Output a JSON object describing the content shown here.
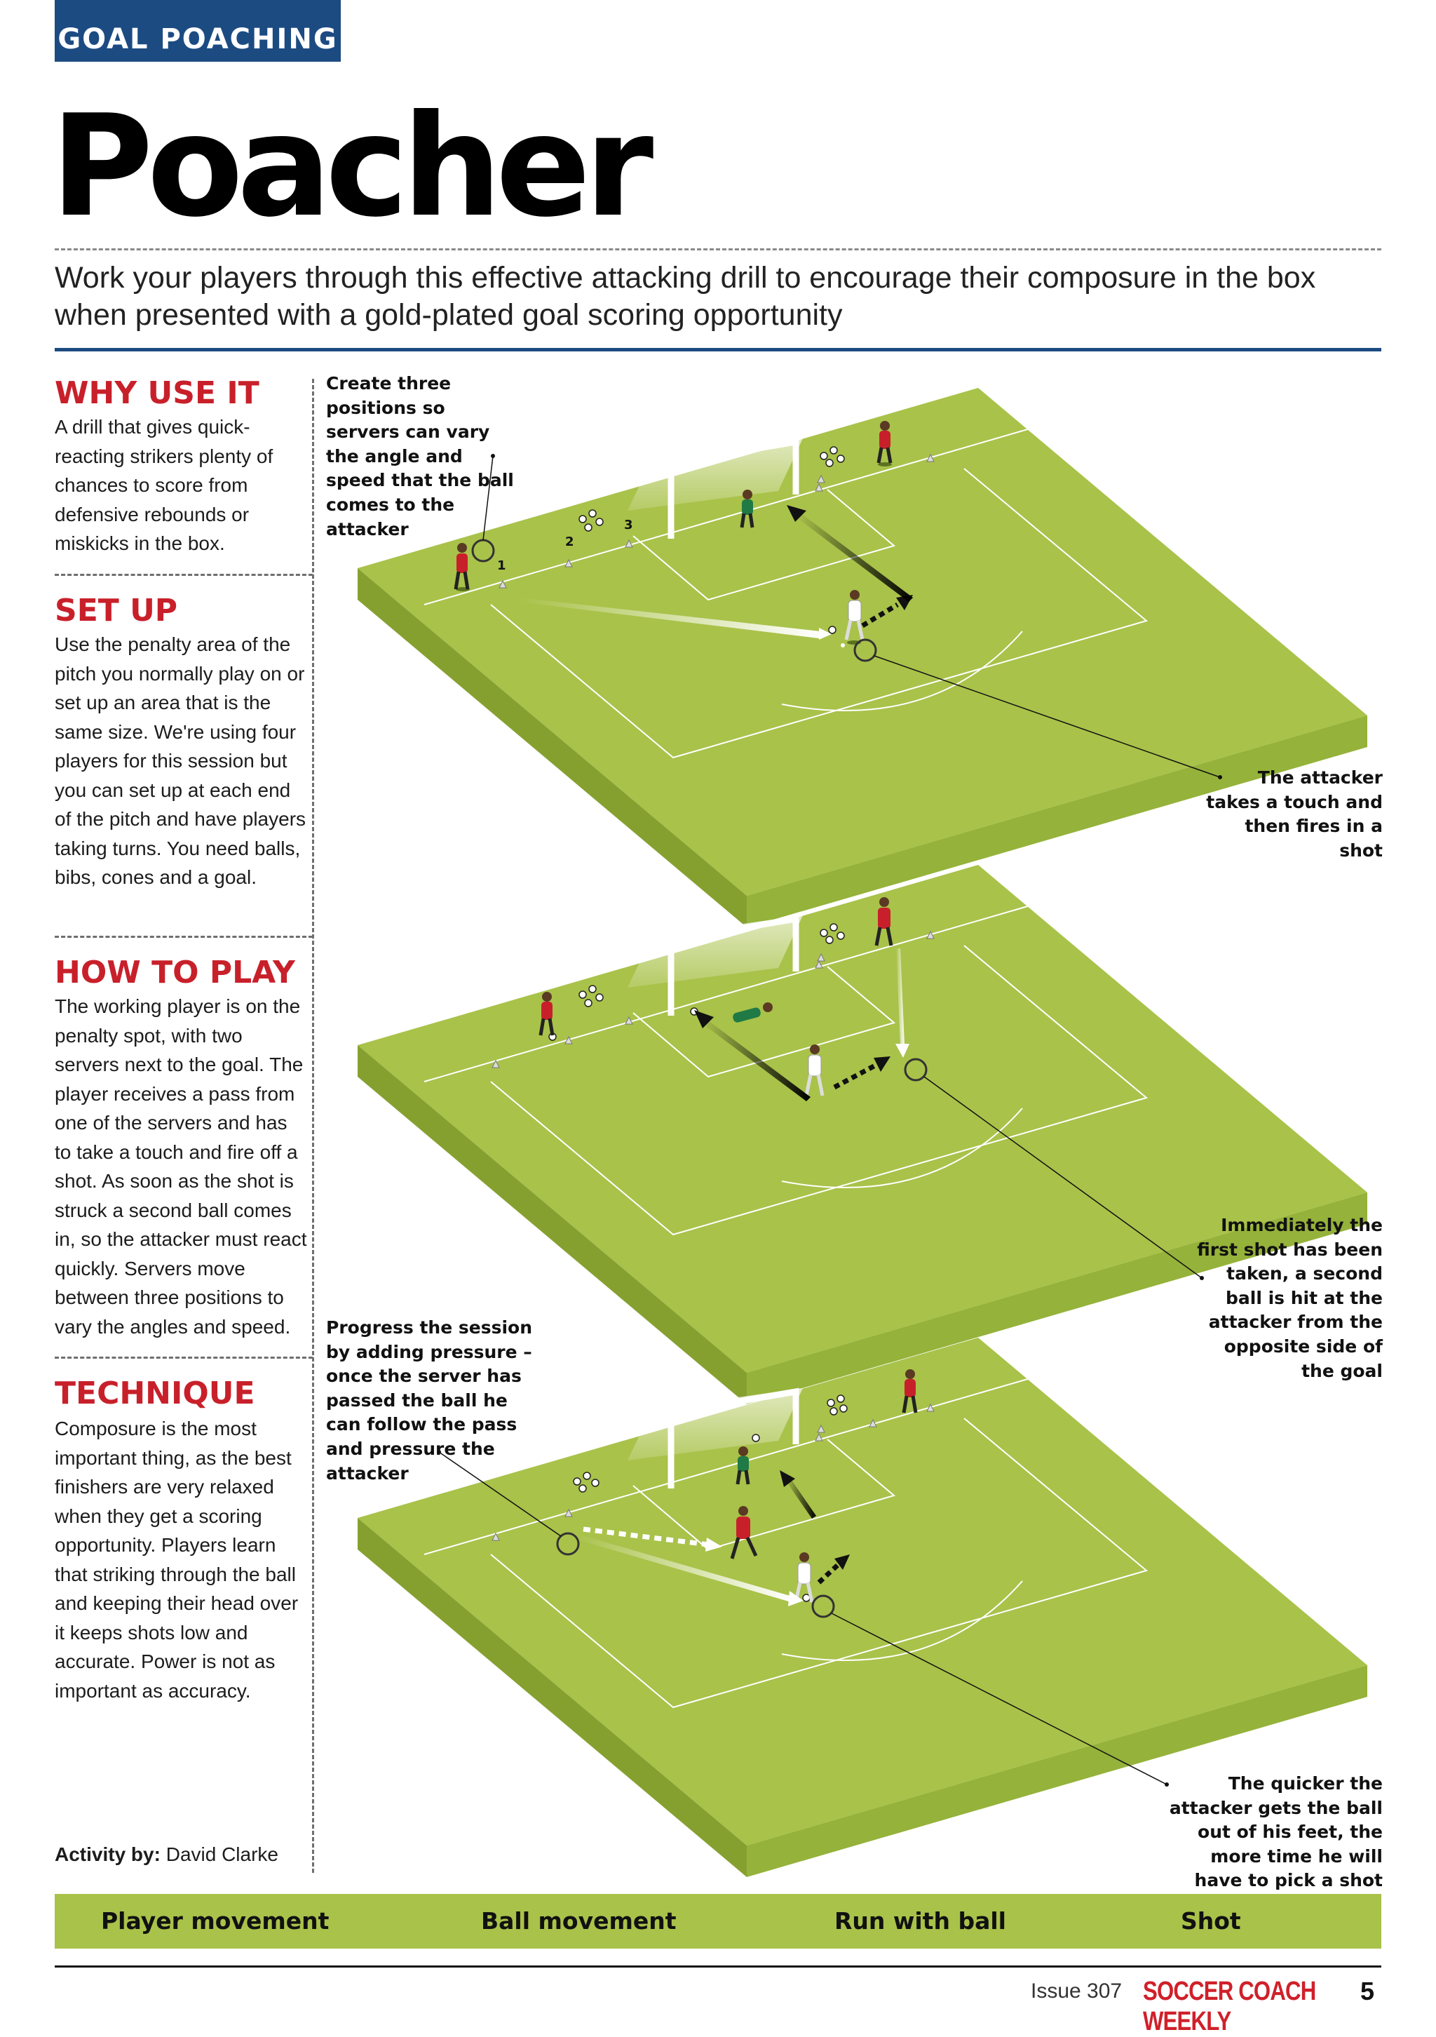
{
  "header": {
    "tag": "GOAL POACHING",
    "title": "Poacher",
    "subtitle": "Work your players through this effective attacking drill to encourage their composure in the box when presented with a gold-plated goal scoring opportunity"
  },
  "sections": [
    {
      "heading": "WHY USE IT",
      "body": "A drill that gives quick-reacting strikers plenty of chances to score from defensive rebounds or miskicks in the box."
    },
    {
      "heading": "SET UP",
      "body": "Use the penalty area of the pitch you normally play on or set up an area that is the same size. We're using four players for this session but you can set up at each end of the pitch and have players taking turns. You need balls, bibs, cones and a goal."
    },
    {
      "heading": "HOW TO PLAY",
      "body": "The working player is on the penalty spot, with two servers next to the goal. The player receives a pass from one of the servers and has to take a touch and fire off a shot. As soon as the shot is struck a second ball comes in, so the attacker must react quickly. Servers move between three positions to vary the angles and speed."
    },
    {
      "heading": "TECHNIQUE",
      "body": "Composure is the most important thing, as the best finishers are very relaxed when they get a scoring opportunity. Players learn that striking through the ball and keeping their head over it keeps shots low and accurate. Power is not as important as accuracy."
    }
  ],
  "credit": {
    "label": "Activity by:",
    "name": "David Clarke"
  },
  "callouts": {
    "c1": "Create three positions so servers can vary the angle and speed that the ball comes to the attacker",
    "c2": "The attacker takes a touch and then fires in a shot",
    "c3": "Immediately the first shot has been taken, a second ball is hit at the attacker from the opposite side of the goal",
    "c4": "Progress the session by adding pressure – once the server has passed the ball he can follow the pass and pressure the attacker",
    "c5": "The quicker the attacker gets the ball out of his feet, the more time he will have to pick a shot"
  },
  "diagram_labels": {
    "pos1": "1",
    "pos2": "2",
    "pos3": "3"
  },
  "legend": [
    {
      "label": "Player movement"
    },
    {
      "label": "Ball movement"
    },
    {
      "label": "Run with ball"
    },
    {
      "label": "Shot"
    }
  ],
  "footer": {
    "issue": "Issue 307",
    "brand": "SOCCER COACH WEEKLY",
    "page": "5"
  },
  "colors": {
    "accent_blue": "#1c4b82",
    "heading_red": "#c8202a",
    "pitch_top": "#a9c24a",
    "pitch_side": "#86a030",
    "pitch_front": "#95b23a",
    "legend_bg": "#a9c24a",
    "attacker_kit": "#ffffff",
    "server_kit": "#c8202a",
    "keeper_kit": "#1f7a45"
  }
}
